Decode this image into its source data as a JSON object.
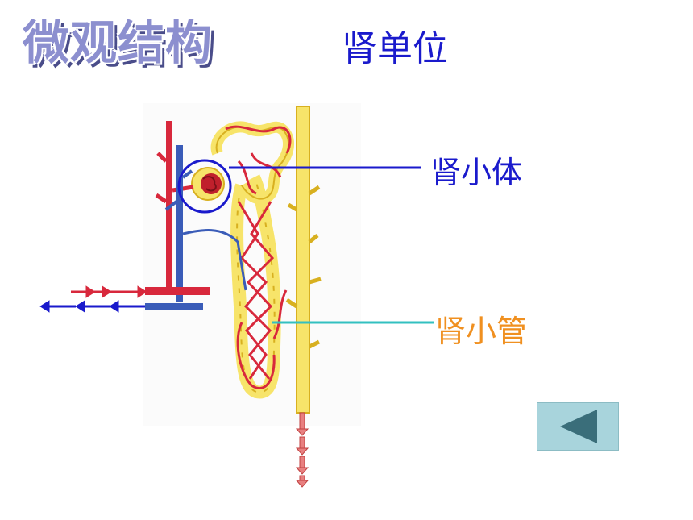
{
  "title": "微观结构",
  "subtitle": "肾单位",
  "labels": {
    "renal_corpuscle": "肾小体",
    "renal_tubule": "肾小管"
  },
  "colors": {
    "title": "#8c8fcf",
    "subtitle": "#1a1acc",
    "renal_corpuscle_label": "#1a1acc",
    "renal_tubule_label": "#f09020",
    "corpuscle_leader": "#1a1acc",
    "tubule_leader": "#33c0c0",
    "artery": "#d8283c",
    "vein": "#3a5cb8",
    "tubule": "#f7e46a",
    "back_button": "#a8d4dc"
  },
  "icons": {
    "back_button": "left-triangle-icon"
  }
}
